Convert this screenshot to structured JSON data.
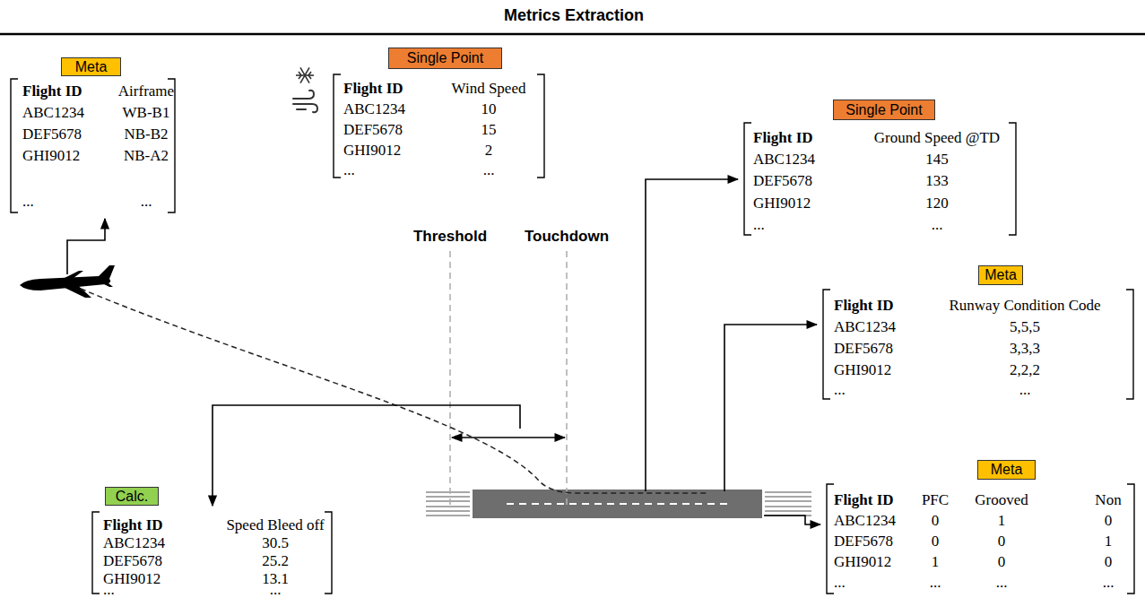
{
  "diagram": {
    "title": "Metrics Extraction",
    "nodes": [
      {
        "text": [
          "Single Point"
        ]
      },
      {
        "text": [
          "Meta"
        ]
      },
      {
        "text": [
          "Single Point"
        ]
      },
      {
        "text": [
          "Meta"
        ]
      },
      {
        "text": [
          "Meta"
        ]
      },
      {
        "text": [
          "Calc."
        ]
      }
    ],
    "labels": [
      "Flight ID",
      "Wind Speed",
      "ABC1234",
      "10",
      "DEF5678",
      "15",
      "GHI9012",
      "2",
      "...",
      "...",
      "Flight ID",
      "Airframe",
      "ABC1234",
      "WB-B1",
      "DEF5678",
      "NB-B2",
      "GHI9012",
      "NB-A2",
      "...",
      "...",
      "Flight ID",
      "Ground Speed @TD",
      "ABC1234",
      "145",
      "DEF5678",
      "133",
      "GHI9012",
      "120",
      "...",
      "...",
      "Threshold",
      "Touchdown",
      "Flight ID",
      "Runway Condition Code",
      "ABC1234",
      "5,5,5",
      "DEF5678",
      "3,3,3",
      "GHI9012",
      "2,2,2",
      "...",
      "...",
      "Flight ID",
      "PFC",
      "Grooved",
      "Non",
      "ABC1234",
      "0",
      "1",
      "0",
      "DEF5678",
      "0",
      "0",
      "1",
      "GHI9012",
      "1",
      "0",
      "0",
      "...",
      "...",
      "...",
      "...",
      "Flight ID",
      "Speed Bleed off",
      "ABC1234",
      "30.5",
      "DEF5678",
      "25.2",
      "GHI9012",
      "13.1",
      "...",
      "..."
    ]
  }
}
